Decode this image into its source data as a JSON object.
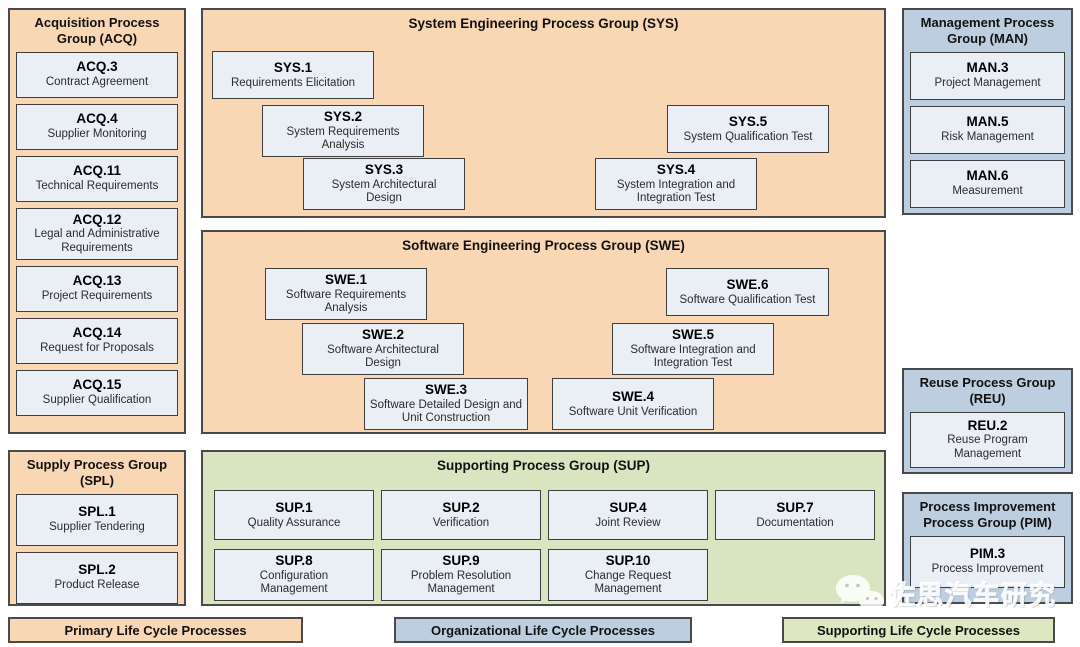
{
  "watermark": {
    "text": "佐思汽车研究",
    "icon": "wechat-icon"
  },
  "colors": {
    "primary_panel": "#f9d7b5",
    "organizational_panel": "#bccedf",
    "supporting_panel": "#d9e5c1",
    "supporting_legend": "#dde8c2",
    "process_box": "#eaeef5",
    "border": "#4a4a4a"
  },
  "legend": [
    {
      "label": "Primary Life Cycle Processes"
    },
    {
      "label": "Organizational Life Cycle Processes"
    },
    {
      "label": "Supporting Life Cycle Processes"
    }
  ],
  "groups": {
    "acq": {
      "title": "Acquisition Process Group (ACQ)",
      "boxes": [
        {
          "code": "ACQ.3",
          "label": "Contract Agreement"
        },
        {
          "code": "ACQ.4",
          "label": "Supplier Monitoring"
        },
        {
          "code": "ACQ.11",
          "label": "Technical Requirements"
        },
        {
          "code": "ACQ.12",
          "label": "Legal and Administrative Requirements"
        },
        {
          "code": "ACQ.13",
          "label": "Project Requirements"
        },
        {
          "code": "ACQ.14",
          "label": "Request for Proposals"
        },
        {
          "code": "ACQ.15",
          "label": "Supplier Qualification"
        }
      ]
    },
    "spl": {
      "title": "Supply Process Group (SPL)",
      "boxes": [
        {
          "code": "SPL.1",
          "label": "Supplier Tendering"
        },
        {
          "code": "SPL.2",
          "label": "Product Release"
        }
      ]
    },
    "sys": {
      "title": "System Engineering Process Group (SYS)",
      "boxes": [
        {
          "code": "SYS.1",
          "label": "Requirements Elicitation"
        },
        {
          "code": "SYS.2",
          "label": "System Requirements Analysis"
        },
        {
          "code": "SYS.3",
          "label": "System Architectural Design"
        },
        {
          "code": "SYS.4",
          "label": "System Integration and Integration Test"
        },
        {
          "code": "SYS.5",
          "label": "System Qualification Test"
        }
      ]
    },
    "swe": {
      "title": "Software Engineering Process Group (SWE)",
      "boxes": [
        {
          "code": "SWE.1",
          "label": "Software Requirements Analysis"
        },
        {
          "code": "SWE.2",
          "label": "Software Architectural Design"
        },
        {
          "code": "SWE.3",
          "label": "Software Detailed Design and Unit Construction"
        },
        {
          "code": "SWE.4",
          "label": "Software Unit Verification"
        },
        {
          "code": "SWE.5",
          "label": "Software Integration and Integration Test"
        },
        {
          "code": "SWE.6",
          "label": "Software Qualification Test"
        }
      ]
    },
    "sup": {
      "title": "Supporting Process Group (SUP)",
      "boxes": [
        {
          "code": "SUP.1",
          "label": "Quality Assurance"
        },
        {
          "code": "SUP.2",
          "label": "Verification"
        },
        {
          "code": "SUP.4",
          "label": "Joint Review"
        },
        {
          "code": "SUP.7",
          "label": "Documentation"
        },
        {
          "code": "SUP.8",
          "label": "Configuration Management"
        },
        {
          "code": "SUP.9",
          "label": "Problem Resolution Management"
        },
        {
          "code": "SUP.10",
          "label": "Change Request Management"
        }
      ]
    },
    "man": {
      "title": "Management Process Group (MAN)",
      "boxes": [
        {
          "code": "MAN.3",
          "label": "Project Management"
        },
        {
          "code": "MAN.5",
          "label": "Risk Management"
        },
        {
          "code": "MAN.6",
          "label": "Measurement"
        }
      ]
    },
    "reu": {
      "title": "Reuse Process Group (REU)",
      "boxes": [
        {
          "code": "REU.2",
          "label": "Reuse Program Management"
        }
      ]
    },
    "pim": {
      "title": "Process Improvement Process Group (PIM)",
      "boxes": [
        {
          "code": "PIM.3",
          "label": "Process Improvement"
        }
      ]
    }
  }
}
